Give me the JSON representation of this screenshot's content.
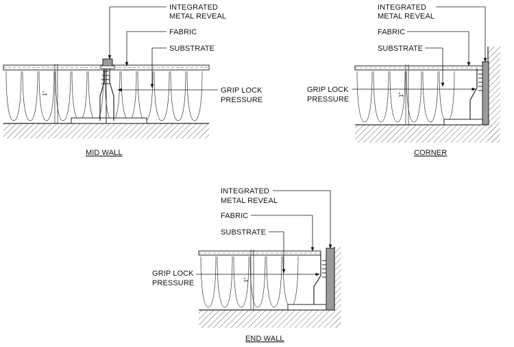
{
  "panels": {
    "mid": {
      "title": "MID WALL",
      "labels": {
        "reveal_line1": "INTEGRATED",
        "reveal_line2": "METAL REVEAL",
        "fabric": "FABRIC",
        "substrate": "SUBSTRATE",
        "grip_line1": "GRIP LOCK",
        "grip_line2": "PRESSURE"
      },
      "dimension": "1\""
    },
    "corner": {
      "title": "CORNER",
      "labels": {
        "reveal_line1": "INTEGRATED",
        "reveal_line2": "METAL REVEAL",
        "fabric": "FABRIC",
        "substrate": "SUBSTRATE",
        "grip_line1": "GRIP LOCK",
        "grip_line2": "PRESSURE"
      },
      "dimension": "1\""
    },
    "end": {
      "title": "END WALL",
      "labels": {
        "reveal_line1": "INTEGRATED",
        "reveal_line2": "METAL REVEAL",
        "fabric": "FABRIC",
        "substrate": "SUBSTRATE",
        "grip_line1": "GRIP LOCK",
        "grip_line2": "PRESSURE"
      },
      "dimension": "1\""
    }
  },
  "colors": {
    "line": "#222222",
    "reveal_fill": "#9a9a9a",
    "hatch": "#555555"
  }
}
